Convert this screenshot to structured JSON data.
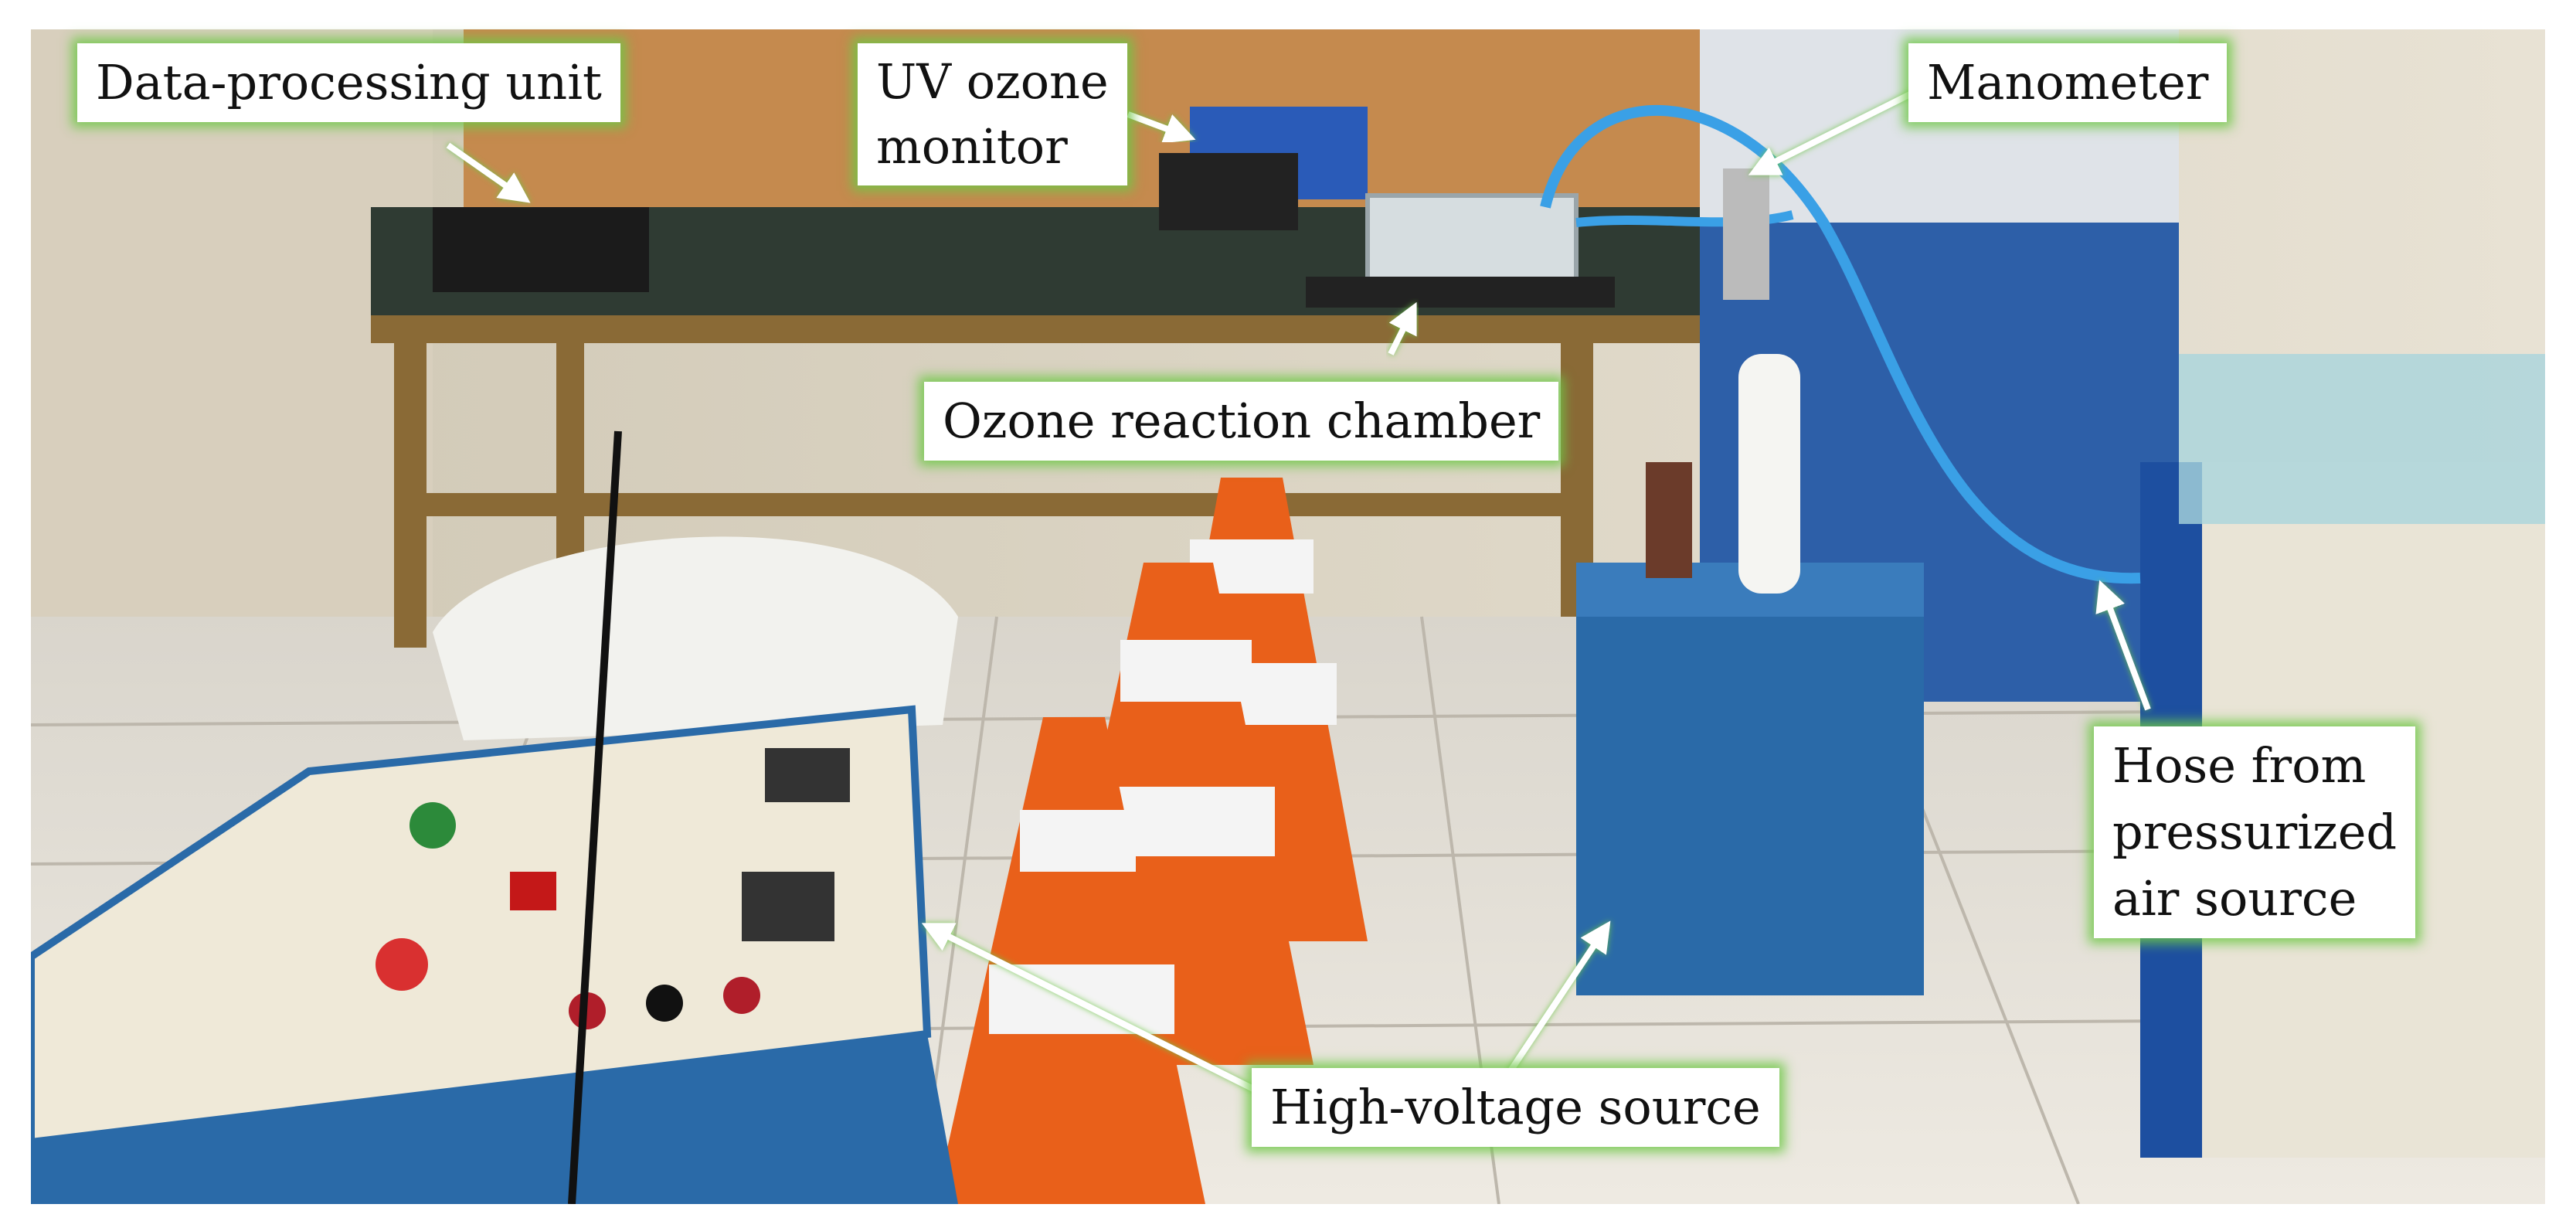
{
  "figure": {
    "photo_subject": "Laboratory setup with ozone generation experiment",
    "colors": {
      "callout_bg": "#ffffff",
      "callout_glow": "#6ec846",
      "arrow": "#ffffff"
    }
  },
  "callouts": {
    "data_processing": {
      "text": "Data-processing unit"
    },
    "uv_monitor": {
      "line1": "UV ozone",
      "line2": "monitor"
    },
    "manometer": {
      "text": "Manometer"
    },
    "reaction_chamber": {
      "text": "Ozone reaction chamber"
    },
    "hose": {
      "line1": "Hose from",
      "line2": "pressurized",
      "line3": "air source"
    },
    "hv_source": {
      "text": "High-voltage source"
    }
  }
}
